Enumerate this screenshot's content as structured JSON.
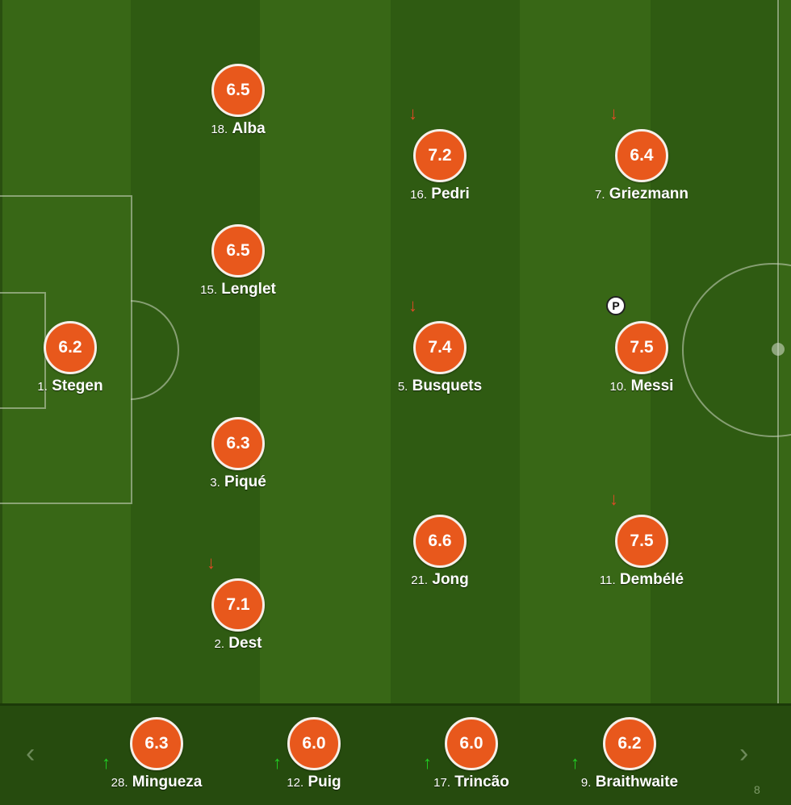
{
  "starters": [
    {
      "number": "18.",
      "name": "Alba",
      "rating": "6.5",
      "subbed_off": false
    },
    {
      "number": "15.",
      "name": "Lenglet",
      "rating": "6.5",
      "subbed_off": false
    },
    {
      "number": "1.",
      "name": "Stegen",
      "rating": "6.2",
      "subbed_off": false
    },
    {
      "number": "3.",
      "name": "Piqué",
      "rating": "6.3",
      "subbed_off": false
    },
    {
      "number": "2.",
      "name": "Dest",
      "rating": "7.1",
      "subbed_off": true
    },
    {
      "number": "16.",
      "name": "Pedri",
      "rating": "7.2",
      "subbed_off": true
    },
    {
      "number": "5.",
      "name": "Busquets",
      "rating": "7.4",
      "subbed_off": true
    },
    {
      "number": "21.",
      "name": "Jong",
      "rating": "6.6",
      "subbed_off": false
    },
    {
      "number": "7.",
      "name": "Griezmann",
      "rating": "6.4",
      "subbed_off": true
    },
    {
      "number": "10.",
      "name": "Messi",
      "rating": "7.5",
      "subbed_off": false,
      "penalty_badge": "P"
    },
    {
      "number": "11.",
      "name": "Dembélé",
      "rating": "7.5",
      "subbed_off": true
    }
  ],
  "substitutes": [
    {
      "number": "28.",
      "name": "Mingueza",
      "rating": "6.3"
    },
    {
      "number": "12.",
      "name": "Puig",
      "rating": "6.0"
    },
    {
      "number": "17.",
      "name": "Trincão",
      "rating": "6.0"
    },
    {
      "number": "9.",
      "name": "Braithwaite",
      "rating": "6.2"
    }
  ],
  "icons": {
    "sub_off_arrow": "↓",
    "sub_on_arrow": "↑",
    "prev": "‹",
    "next": "›",
    "next_partial_number": "8"
  },
  "colors": {
    "rating_badge": "#e8581c",
    "sub_off": "#e04a26",
    "sub_on": "#21d024"
  }
}
